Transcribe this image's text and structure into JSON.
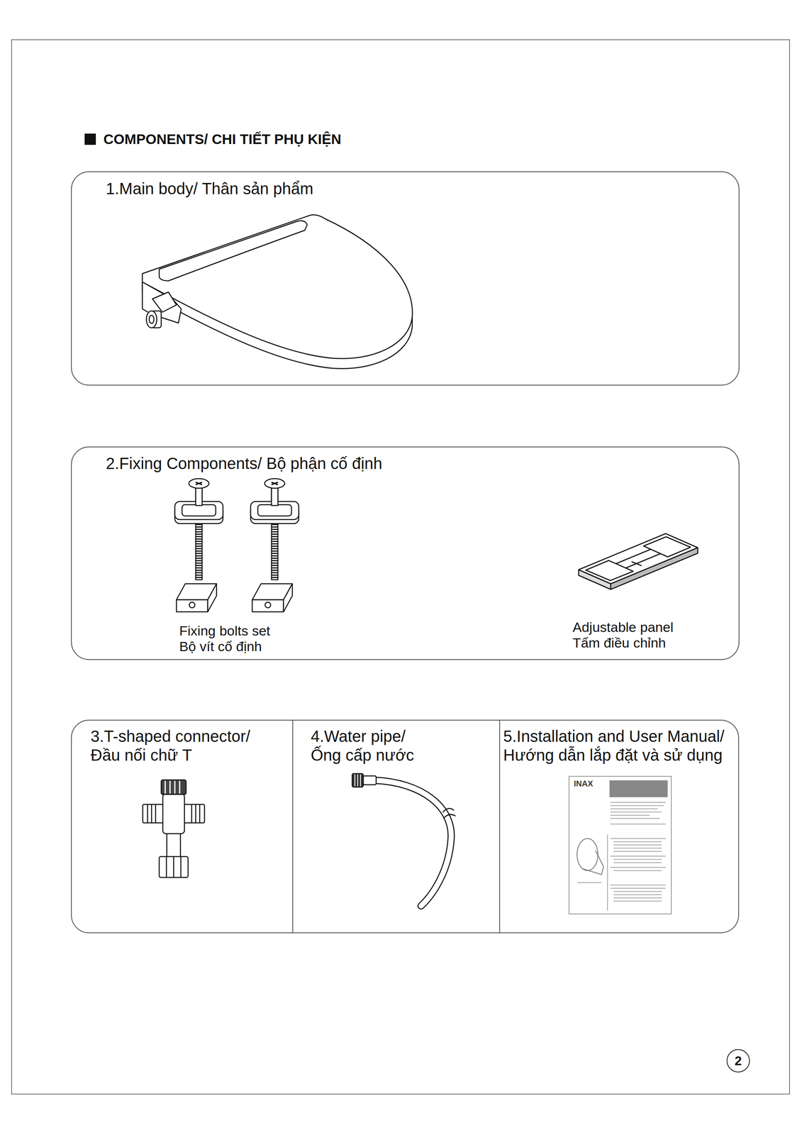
{
  "diagram": {
    "title": "COMPONENTS/ CHI TIẾT PHỤ KIỆN",
    "nodes": [
      {
        "text": [
          "1.Main body/ Thân sản phẩm"
        ]
      },
      {
        "text": [
          "2.Fixing Components/ Bộ phận cố định"
        ]
      },
      {
        "text": [
          "3.T-shaped connector/ Đầu nối chữ T"
        ]
      },
      {
        "text": [
          "4.Water pipe/ Ống cấp nước"
        ]
      },
      {
        "text": [
          "5.Installation and User Manual/ Hướng dẫn lắp đặt và sử dụng"
        ]
      },
      {
        "text": [
          "2"
        ]
      }
    ],
    "labels": [
      "Fixing bolts set",
      "Bộ vít cố định",
      "Adjustable panel",
      "Tấm điều chỉnh",
      "INAX"
    ]
  }
}
